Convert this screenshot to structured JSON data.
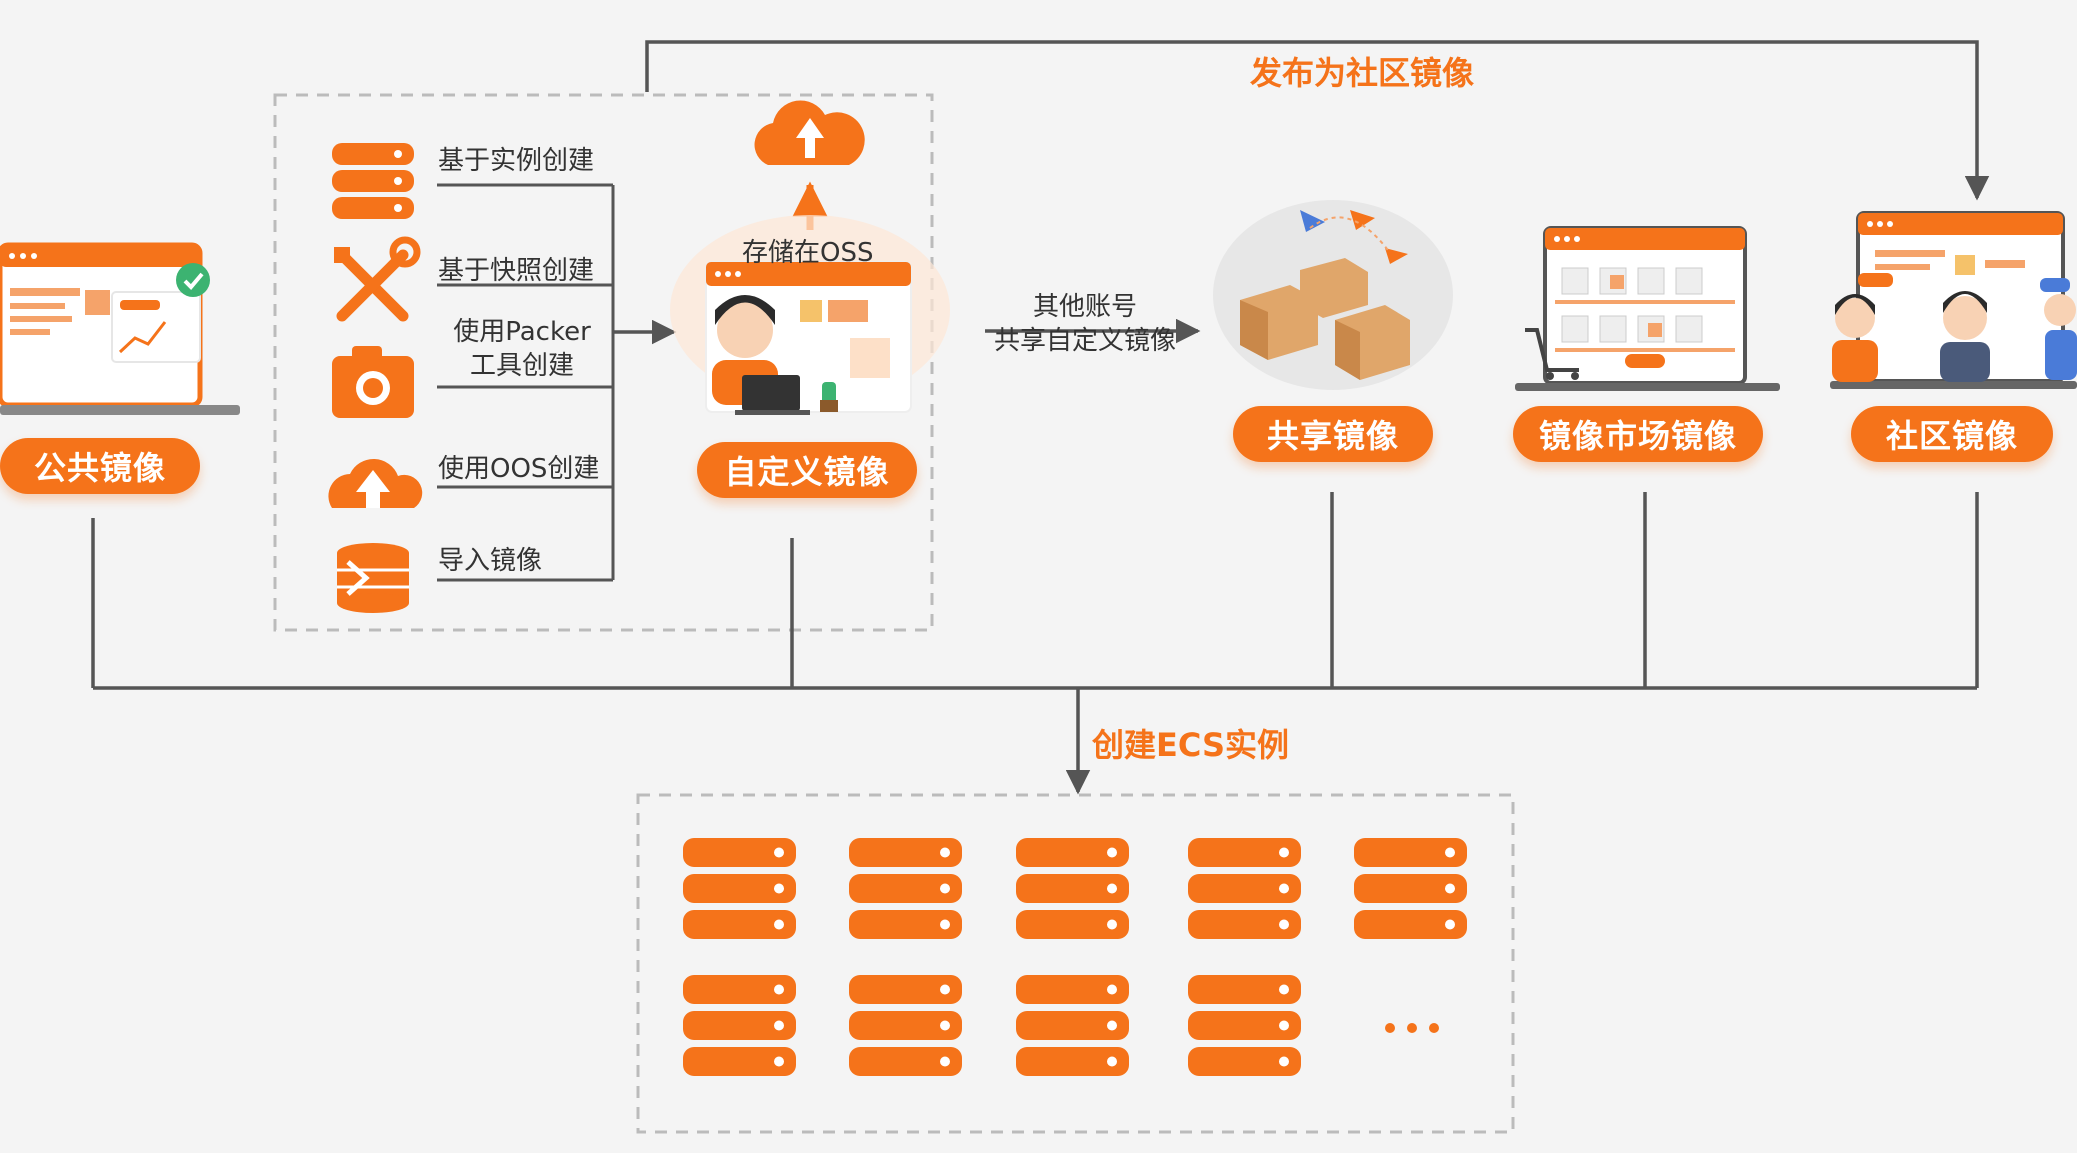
{
  "colors": {
    "accent": "#f5731a",
    "line": "#555555",
    "dash": "#bbbbbb",
    "bg": "#f4f4f4"
  },
  "titles": {
    "publish_community": "发布为社区镜像",
    "create_ecs": "创建ECS实例"
  },
  "images": {
    "public": "公共镜像",
    "custom": "自定义镜像",
    "shared": "共享镜像",
    "marketplace": "镜像市场镜像",
    "community": "社区镜像"
  },
  "creation_methods": [
    {
      "label": "基于实例创建",
      "icon": "server-stack-icon"
    },
    {
      "label": "基于快照创建",
      "icon": "tools-icon"
    },
    {
      "label": "使用Packer工具创建",
      "line1": "使用Packer",
      "line2": "工具创建",
      "icon": "camera-icon"
    },
    {
      "label": "使用OOS创建",
      "icon": "cloud-upload-icon"
    },
    {
      "label": "导入镜像",
      "icon": "import-database-icon"
    }
  ],
  "oss_label": "存储在OSS",
  "share_label": {
    "line1": "其他账号",
    "line2": "共享自定义镜像"
  },
  "ellipsis": "..."
}
